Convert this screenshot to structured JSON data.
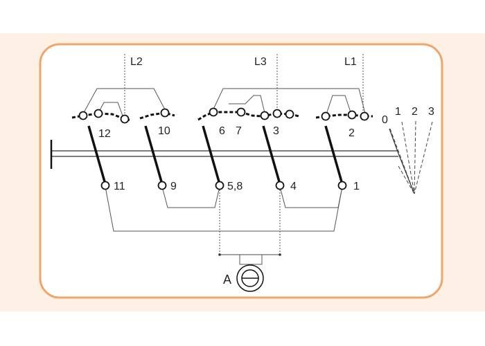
{
  "colors": {
    "band": "#fdf1e5",
    "frame_border": "#f0a56a",
    "frame_fill": "#ffffff",
    "ink": "#111111"
  },
  "labels": {
    "phase_l2": "L2",
    "phase_l3": "L3",
    "phase_l1": "L1",
    "c12": "12",
    "c10": "10",
    "c6": "6",
    "c7": "7",
    "c3": "3",
    "c2": "2",
    "t11": "11",
    "t9": "9",
    "t58": "5,8",
    "t4": "4",
    "t1": "1",
    "meter": "A",
    "pos0": "0",
    "pos1": "1",
    "pos2": "2",
    "pos3": "3"
  }
}
